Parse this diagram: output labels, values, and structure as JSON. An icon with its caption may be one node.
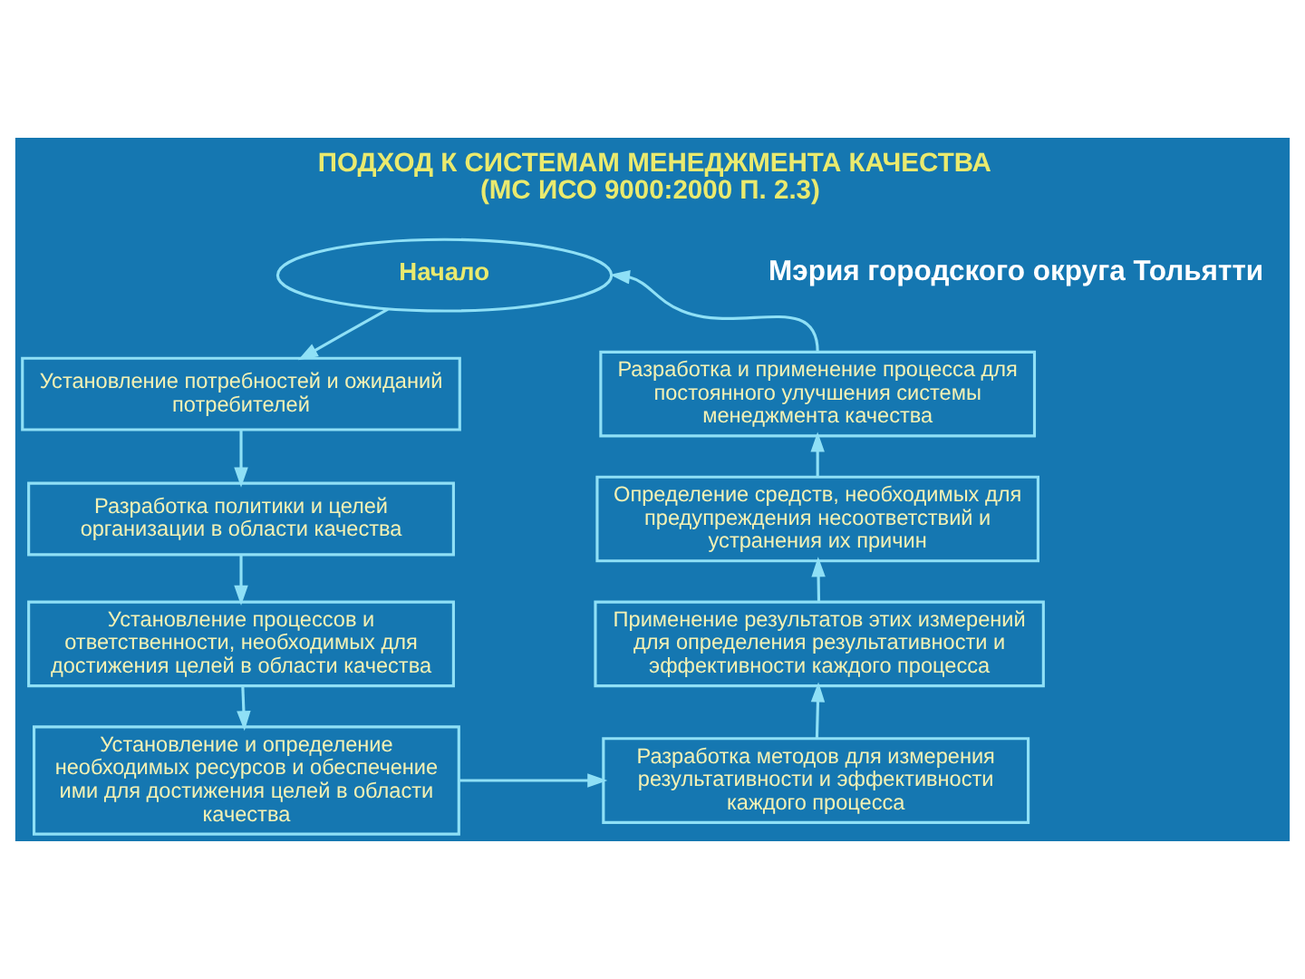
{
  "diagram": {
    "title": "ПОДХОД К СИСТЕМАМ МЕНЕДЖМЕНТА КАЧЕСТВА (МС ИСО 9000:2000 П. 2.3)",
    "nodes": [
      {
        "text": [
          "Начало"
        ]
      },
      {
        "text": [
          "Установление потребностей и ожиданий потребителей"
        ]
      },
      {
        "text": [
          "Разработка и применение процесса для постоянного улучшения системы менеджмента качества"
        ]
      },
      {
        "text": [
          "Разработка политики и целей организации в области качества"
        ]
      },
      {
        "text": [
          "Определение средств, необходимых для предупреждения несоответствий и устранения их причин"
        ]
      },
      {
        "text": [
          "Установление процессов и ответственности, необходимых для достижения целей в области качества"
        ]
      },
      {
        "text": [
          "Применение результатов этих измерений для определения результативности и эффективности каждого процесса"
        ]
      },
      {
        "text": [
          "Установление и определение необходимых ресурсов и обеспечение ими для достижения целей в области качества"
        ]
      },
      {
        "text": [
          "Разработка методов для измерения результативности и эффективности каждого процесса"
        ]
      }
    ],
    "edges": [
      {
        "from": 0,
        "to": 1,
        "arrow": "to"
      },
      {
        "from": 1,
        "to": 3,
        "arrow": "to"
      },
      {
        "from": 3,
        "to": 5,
        "arrow": "to"
      },
      {
        "from": 5,
        "to": 7,
        "arrow": "to"
      },
      {
        "from": 7,
        "to": 8,
        "arrow": "to"
      },
      {
        "from": 8,
        "to": 6,
        "arrow": "to"
      },
      {
        "from": 6,
        "to": 4,
        "arrow": "to"
      },
      {
        "from": 4,
        "to": 2,
        "arrow": "to"
      },
      {
        "from": 2,
        "to": 0,
        "arrow": "to"
      }
    ],
    "labels": [
      "Мэрия городского округа Тольятти"
    ]
  }
}
